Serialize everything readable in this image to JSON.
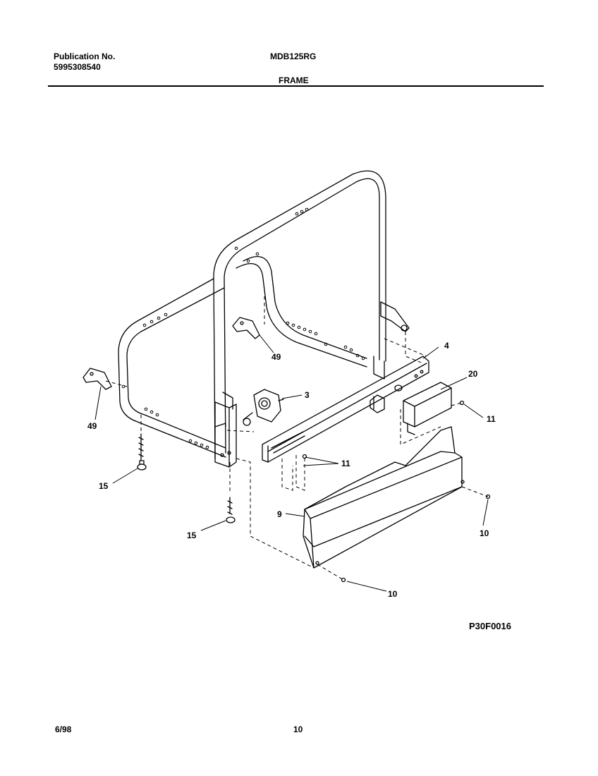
{
  "header": {
    "publication_label": "Publication No.",
    "publication_number": "5995308540",
    "model": "MDB125RG",
    "section_title": "FRAME"
  },
  "diagram": {
    "drawing_code": "P30F0016",
    "callouts": {
      "c4": "4",
      "c20": "20",
      "c11a": "11",
      "c3": "3",
      "c49a": "49",
      "c49b": "49",
      "c11b": "11",
      "c15a": "15",
      "c15b": "15",
      "c9": "9",
      "c10a": "10",
      "c10b": "10"
    }
  },
  "footer": {
    "date": "6/98",
    "page_number": "10"
  }
}
